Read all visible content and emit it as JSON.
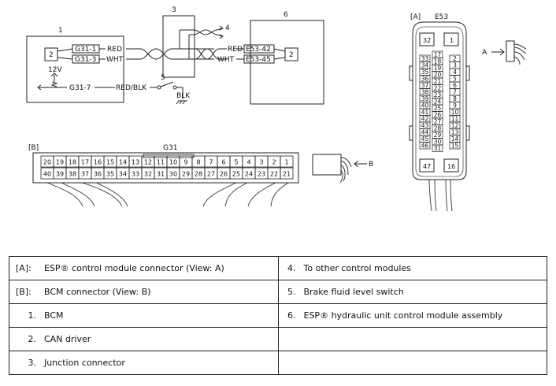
{
  "wiring": {
    "comp1": "1",
    "comp2a": "2",
    "comp2b": "2",
    "comp3": "3",
    "comp4": "4",
    "comp5": "5",
    "comp6": "6",
    "g31_1": "G31-1",
    "g31_3": "G31-3",
    "g31_7": "G31-7",
    "e53_42": "E53-42",
    "e53_45": "E53-45",
    "red_a": "RED",
    "wht_a": "WHT",
    "red_b": "RED",
    "wht_b": "WHT",
    "red_blk": "RED/BLK",
    "blk": "BLK",
    "v12": "12V"
  },
  "connector_b": {
    "tag": "[B]",
    "name": "G31",
    "row1": [
      "20",
      "19",
      "18",
      "17",
      "16",
      "15",
      "14",
      "13",
      "12",
      "11",
      "10",
      "9",
      "8",
      "7",
      "6",
      "5",
      "4",
      "3",
      "2",
      "1"
    ],
    "row2": [
      "40",
      "39",
      "38",
      "37",
      "36",
      "35",
      "34",
      "33",
      "32",
      "31",
      "30",
      "29",
      "28",
      "27",
      "26",
      "25",
      "24",
      "23",
      "22",
      "21"
    ],
    "arrow_label": "B"
  },
  "connector_a": {
    "tag": "[A]",
    "name": "E53",
    "top_left": "32",
    "top_right": "1",
    "left_col": [
      "33",
      "34",
      "35",
      "36",
      "37",
      "38",
      "39",
      "40",
      "41",
      "42",
      "43",
      "44",
      "45",
      "46"
    ],
    "mid_col": [
      "17",
      "18",
      "19",
      "20",
      "21",
      "22",
      "23",
      "24",
      "25",
      "26",
      "27",
      "28",
      "29",
      "30",
      "31"
    ],
    "right_col": [
      "2",
      "3",
      "4",
      "5",
      "6",
      "7",
      "8",
      "9",
      "10",
      "11",
      "12",
      "13",
      "14",
      "15"
    ],
    "bottom_left": "47",
    "bottom_right": "16",
    "arrow_label": "A"
  },
  "legend": {
    "rows": [
      {
        "left_ref": "[A]:",
        "left_text": "ESP® control module connector (View: A)",
        "right_ref": "4.",
        "right_text": "To other control modules"
      },
      {
        "left_ref": "[B]:",
        "left_text": "BCM connector (View: B)",
        "right_ref": "5.",
        "right_text": "Brake fluid level switch"
      },
      {
        "left_ref": "1.",
        "left_text": "BCM",
        "right_ref": "6.",
        "right_text": "ESP® hydraulic unit control module assembly"
      },
      {
        "left_ref": "2.",
        "left_text": "CAN driver",
        "right_ref": "",
        "right_text": ""
      },
      {
        "left_ref": "3.",
        "left_text": "Junction connector",
        "right_ref": "",
        "right_text": ""
      }
    ]
  }
}
